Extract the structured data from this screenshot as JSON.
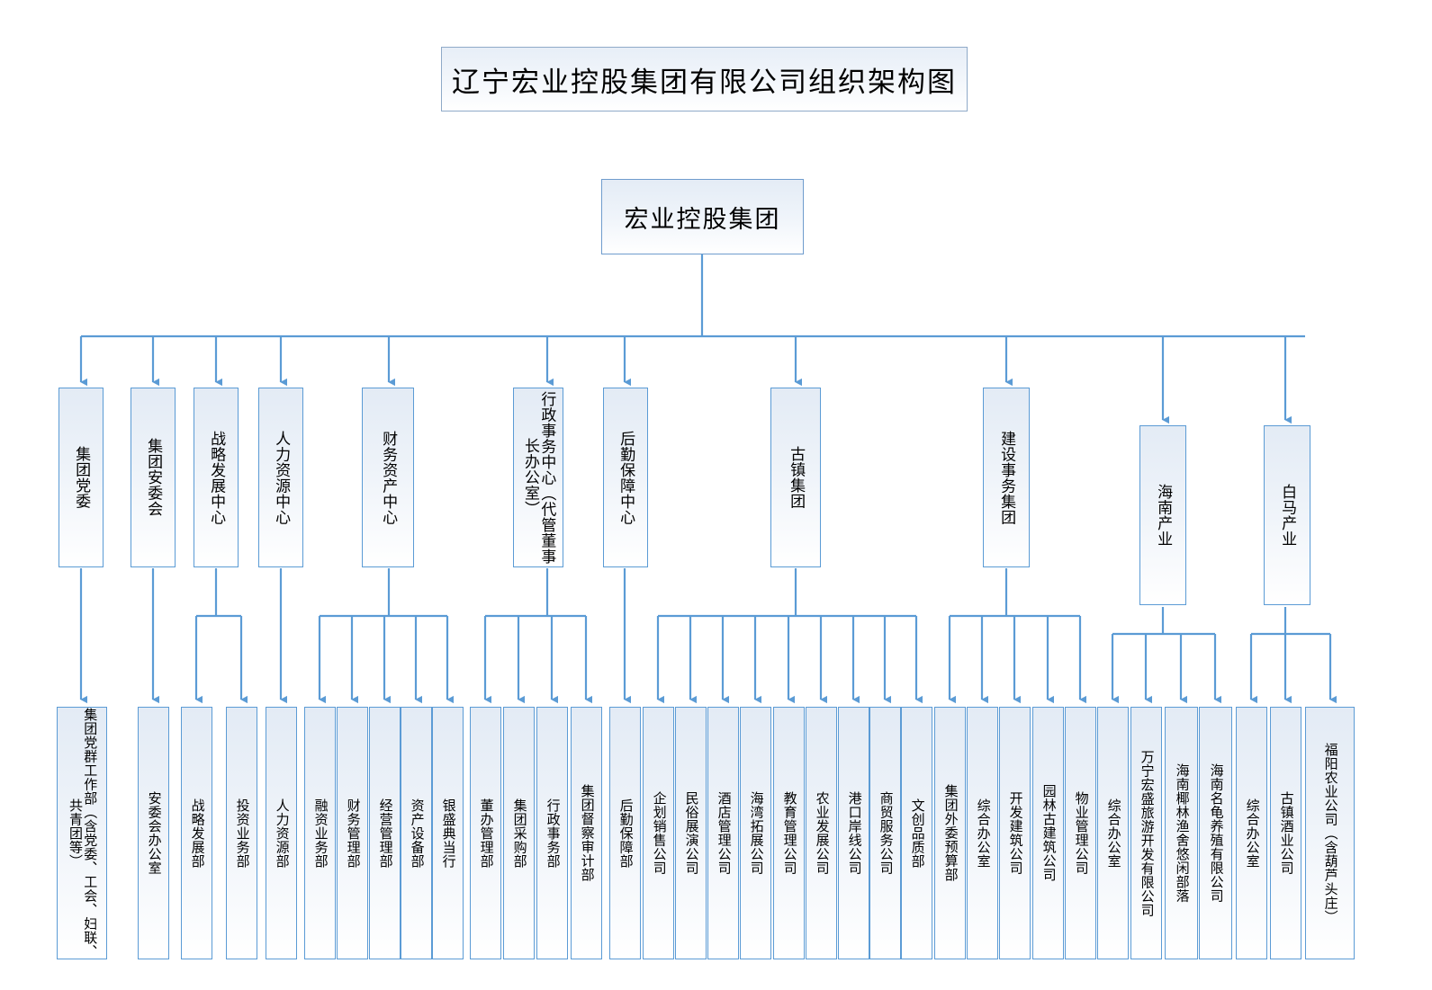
{
  "title": {
    "text": "辽宁宏业控股集团有限公司组织架构图"
  },
  "root": {
    "label": "宏业控股集团"
  },
  "colors": {
    "line": "#5B9BD5",
    "box_border": "#5B9BD5",
    "box_fill_top": "#e3ebf5",
    "box_fill_bottom": "#ffffff",
    "title_border": "#8faac8",
    "text": "#000000"
  },
  "level2": [
    {
      "label": "集团党委"
    },
    {
      "label": "集团安委会"
    },
    {
      "label": "战略发展中心"
    },
    {
      "label": "人力资源中心"
    },
    {
      "label": "财务资产中心"
    },
    {
      "label": "行政事务中心（代管董事长办公室）"
    },
    {
      "label": "后勤保障中心"
    },
    {
      "label": "古镇集团"
    },
    {
      "label": "建设事务集团"
    },
    {
      "label": "海南产业"
    },
    {
      "label": "白马产业"
    }
  ],
  "level3": [
    {
      "label": "集团党群工作部（含党委、工会、妇联、共青团等）"
    },
    {
      "label": "安委会办公室"
    },
    {
      "label": "战略发展部"
    },
    {
      "label": "投资业务部"
    },
    {
      "label": "人力资源部"
    },
    {
      "label": "融资业务部"
    },
    {
      "label": "财务管理部"
    },
    {
      "label": "经营管理部"
    },
    {
      "label": "资产设备部"
    },
    {
      "label": "银盛典当行"
    },
    {
      "label": "董办管理部"
    },
    {
      "label": "集团采购部"
    },
    {
      "label": "行政事务部"
    },
    {
      "label": "集团督察审计部"
    },
    {
      "label": "后勤保障部"
    },
    {
      "label": "企划销售公司"
    },
    {
      "label": "民俗展演公司"
    },
    {
      "label": "酒店管理公司"
    },
    {
      "label": "海湾拓展公司"
    },
    {
      "label": "教育管理公司"
    },
    {
      "label": "农业发展公司"
    },
    {
      "label": "港口岸线公司"
    },
    {
      "label": "商贸服务公司"
    },
    {
      "label": "文创品质部"
    },
    {
      "label": "集团外委预算部"
    },
    {
      "label": "综合办公室"
    },
    {
      "label": "开发建筑公司"
    },
    {
      "label": "园林古建筑公司"
    },
    {
      "label": "物业管理公司"
    },
    {
      "label": "综合办公室"
    },
    {
      "label": "万宁宏盛旅游开发有限公司"
    },
    {
      "label": "海南椰林渔舍悠闲部落"
    },
    {
      "label": "海南名龟养殖有限公司"
    },
    {
      "label": "综合办公室"
    },
    {
      "label": "古镇酒业公司"
    },
    {
      "label": "福阳农业公司（含葫芦头庄）"
    }
  ],
  "structure": {
    "root_children": [
      "集团党委",
      "集团安委会",
      "战略发展中心",
      "人力资源中心",
      "财务资产中心",
      "行政事务中心（代管董事长办公室）",
      "后勤保障中心",
      "古镇集团",
      "建设事务集团",
      "海南产业",
      "白马产业"
    ],
    "集团党委": [
      "集团党群工作部（含党委、工会、妇联、共青团等）"
    ],
    "集团安委会": [
      "安委会办公室"
    ],
    "战略发展中心": [
      "战略发展部",
      "投资业务部"
    ],
    "人力资源中心": [
      "人力资源部"
    ],
    "财务资产中心": [
      "融资业务部",
      "财务管理部",
      "经营管理部",
      "资产设备部",
      "银盛典当行"
    ],
    "行政事务中心（代管董事长办公室）": [
      "董办管理部",
      "集团采购部",
      "行政事务部",
      "集团督察审计部"
    ],
    "后勤保障中心": [
      "后勤保障部"
    ],
    "古镇集团": [
      "企划销售公司",
      "民俗展演公司",
      "酒店管理公司",
      "海湾拓展公司",
      "教育管理公司",
      "农业发展公司",
      "港口岸线公司",
      "商贸服务公司",
      "文创品质部"
    ],
    "建设事务集团": [
      "集团外委预算部",
      "综合办公室",
      "开发建筑公司",
      "园林古建筑公司",
      "物业管理公司"
    ],
    "海南产业": [
      "综合办公室",
      "万宁宏盛旅游开发有限公司",
      "海南椰林渔舍悠闲部落",
      "海南名龟养殖有限公司"
    ],
    "白马产业": [
      "综合办公室",
      "古镇酒业公司",
      "福阳农业公司（含葫芦头庄）"
    ]
  }
}
